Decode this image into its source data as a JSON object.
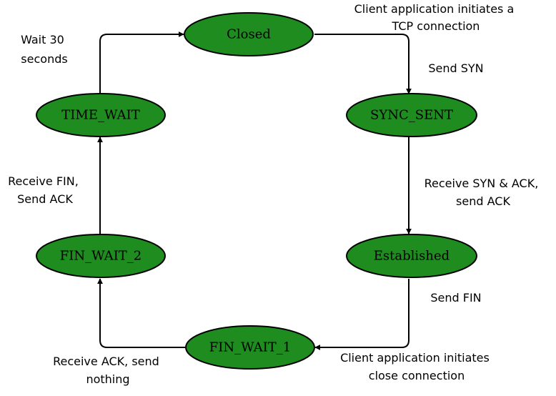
{
  "states": {
    "closed": {
      "label": "Closed"
    },
    "sync_sent": {
      "label": "SYNC_SENT"
    },
    "established": {
      "label": "Established"
    },
    "fin_wait_1": {
      "label": "FIN_WAIT_1"
    },
    "fin_wait_2": {
      "label": "FIN_WAIT_2"
    },
    "time_wait": {
      "label": "TIME_WAIT"
    }
  },
  "transitions": {
    "closed_to_sync_sent": {
      "lines": [
        "Client application initiates a",
        "TCP connection"
      ]
    },
    "send_syn": {
      "lines": [
        "Send SYN"
      ]
    },
    "sync_sent_to_established": {
      "lines": [
        "Receive SYN & ACK,",
        "send ACK"
      ]
    },
    "established_to_fin_wait_1_a": {
      "lines": [
        "Send FIN"
      ]
    },
    "established_to_fin_wait_1_b": {
      "lines": [
        "Client application initiates",
        "close connection"
      ]
    },
    "fin_wait_1_to_fin_wait_2": {
      "lines": [
        "Receive ACK, send",
        "nothing"
      ]
    },
    "fin_wait_2_to_time_wait": {
      "lines": [
        "Receive FIN,",
        "Send ACK"
      ]
    },
    "time_wait_to_closed": {
      "lines": [
        "Wait 30",
        "seconds"
      ]
    }
  },
  "colors": {
    "state_fill": "#1e8c1e",
    "stroke": "#000000"
  }
}
